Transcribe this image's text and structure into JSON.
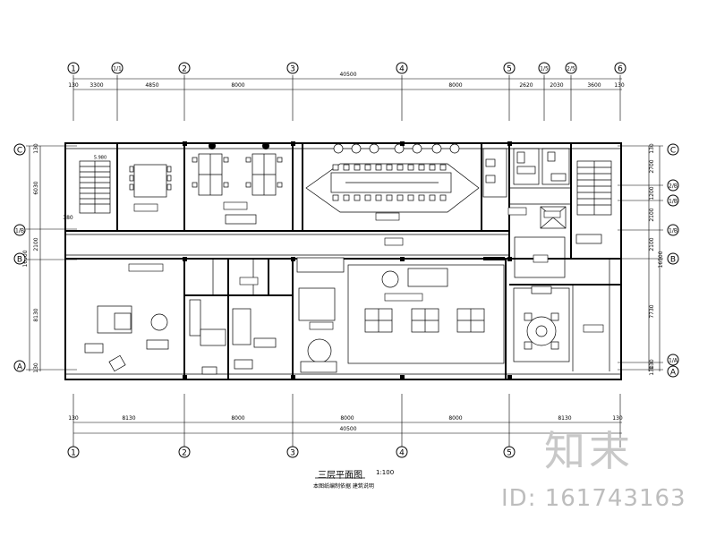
{
  "drawing": {
    "caption_title": "三层平面图",
    "caption_scale": "1:100",
    "caption_sub": "本图纸编制依据   建筑说明"
  },
  "axes": {
    "top": [
      "1",
      "1/1",
      "2",
      "3",
      "4",
      "5",
      "1/5",
      "2/5",
      "6"
    ],
    "bottom": [
      "1",
      "2",
      "3",
      "4",
      "5"
    ],
    "left": [
      "C",
      "1/B",
      "B",
      "A"
    ],
    "right": [
      "C",
      "2/B",
      "1/B",
      "1/B",
      "B",
      "1/A",
      "A"
    ]
  },
  "dimensions": {
    "top_overall": "40500",
    "top_segments": [
      "130",
      "3300",
      "4850",
      "8000",
      "8000",
      "2620",
      "2030",
      "3600",
      "130"
    ],
    "bottom_overall": "40500",
    "bottom_segments": [
      "130",
      "8130",
      "8000",
      "8000",
      "8000",
      "8130",
      "130"
    ],
    "left_overall": "16500",
    "left_segments": [
      "130",
      "6030",
      "380",
      "2100",
      "8130",
      "130"
    ],
    "right_overall": "16500",
    "right_segments": [
      "130",
      "2700",
      "1200",
      "2100",
      "2100",
      "7730",
      "130",
      "130"
    ]
  },
  "elevations": {
    "stair_left": "5.980"
  },
  "watermark": {
    "logo": "知末",
    "id": "ID: 161743163"
  }
}
